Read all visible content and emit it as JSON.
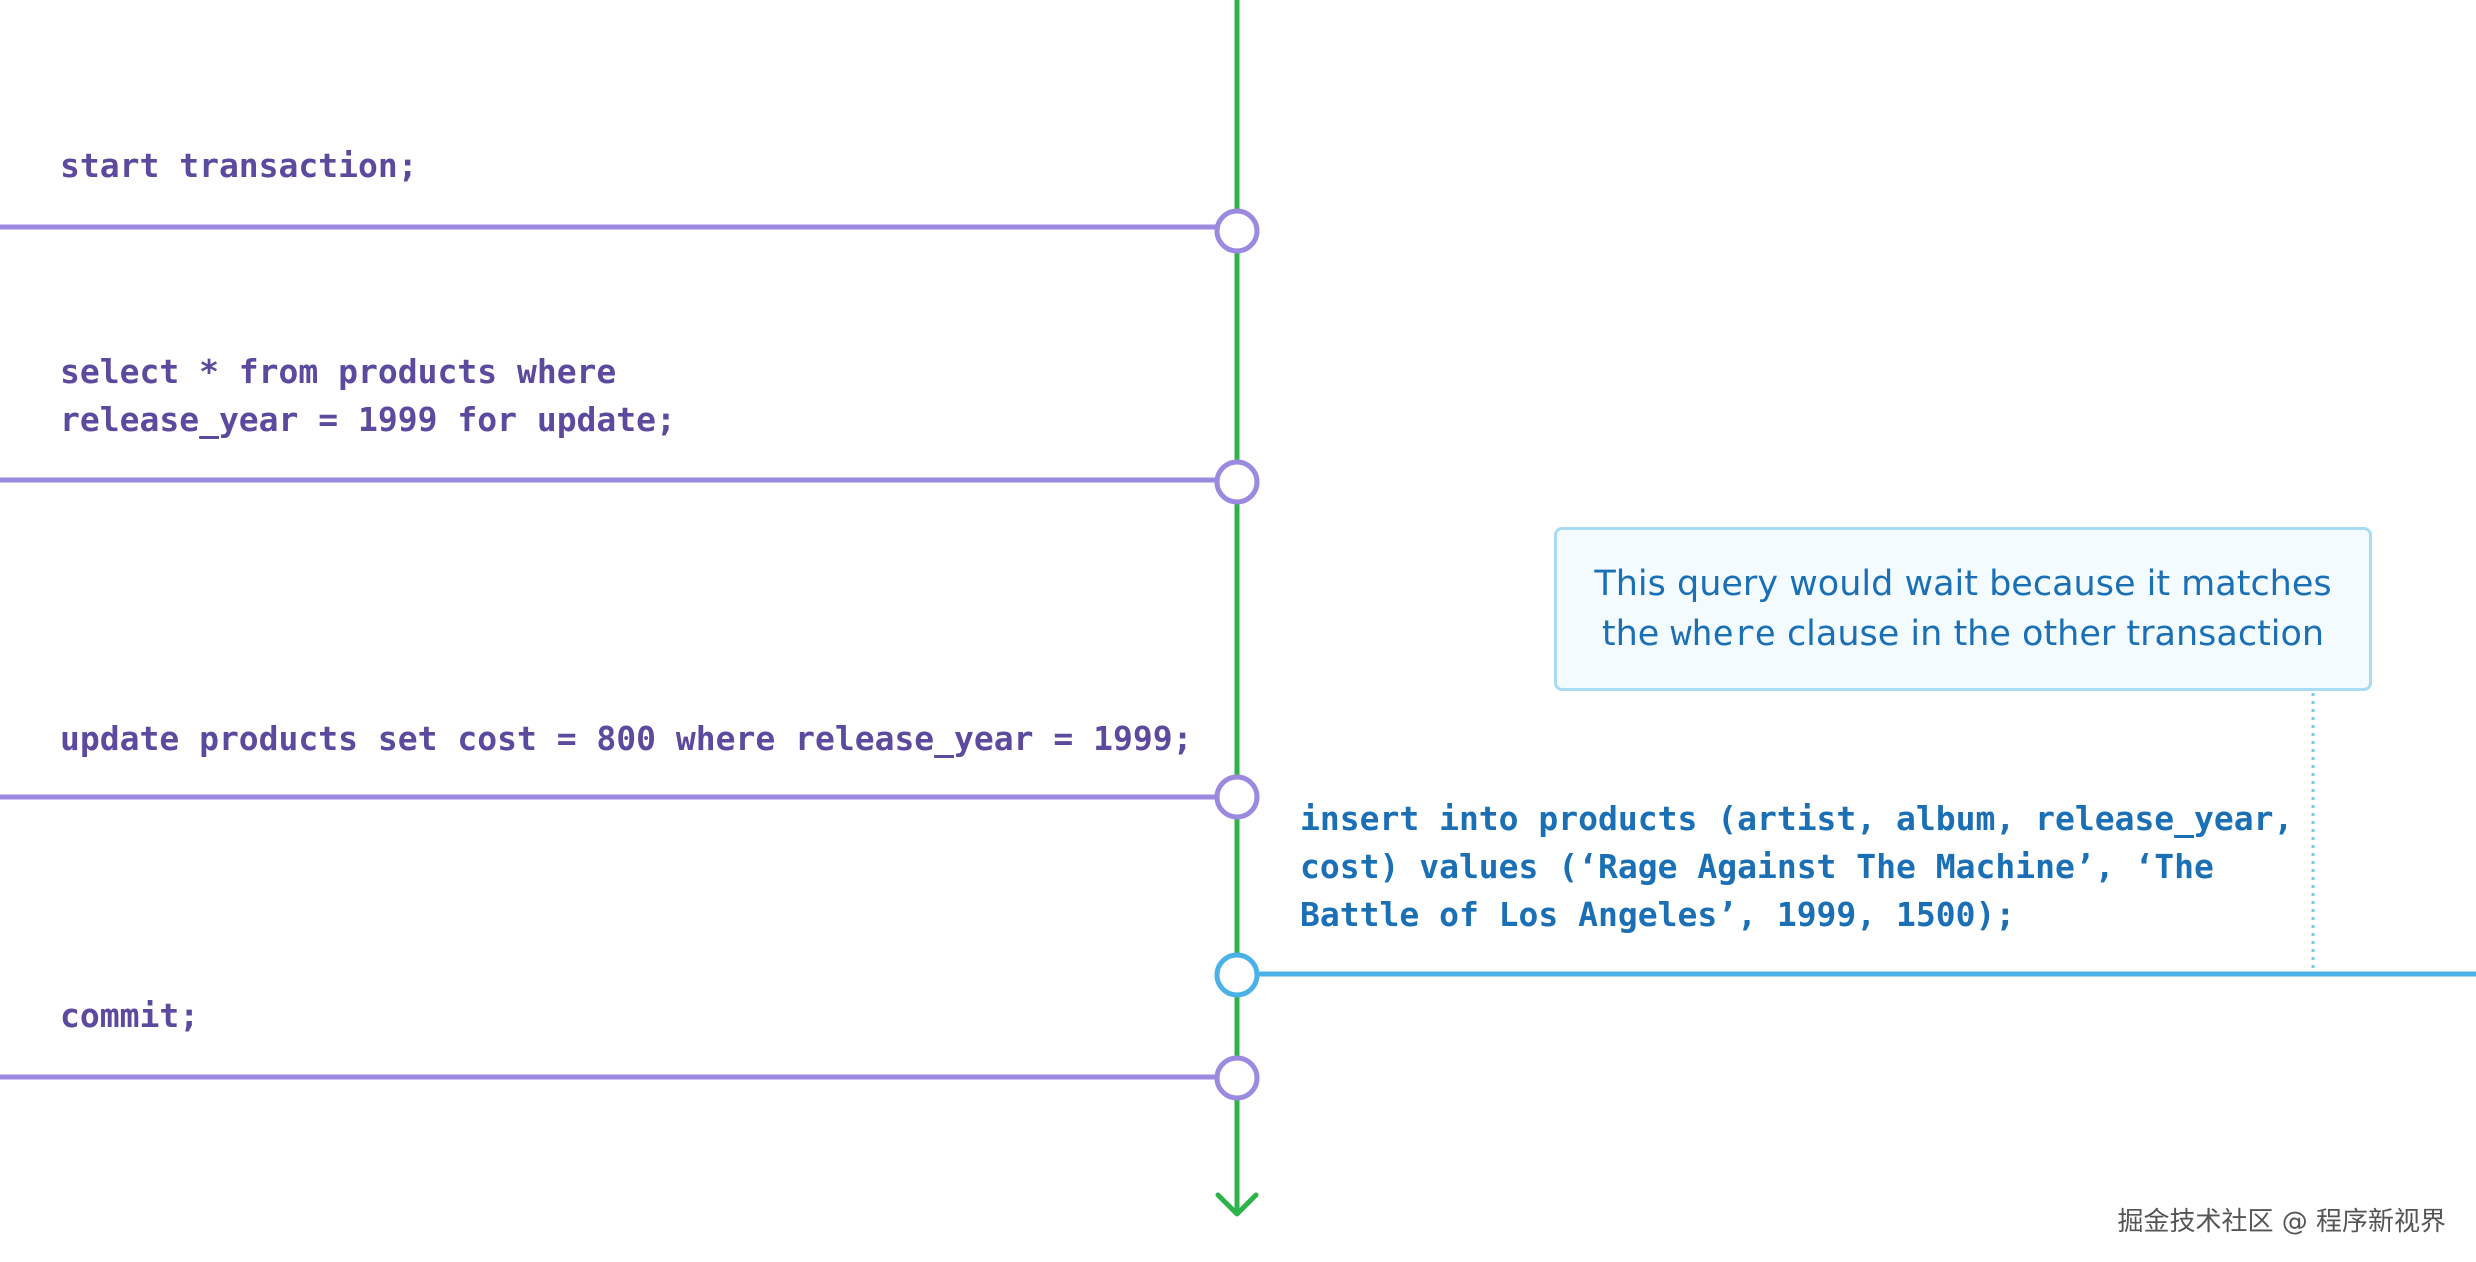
{
  "left_transaction": {
    "statements": [
      {
        "text": "start transaction;"
      },
      {
        "text": "select * from products where\nrelease_year = 1999 for update;"
      },
      {
        "text": "update products set cost = 800 where release_year = 1999;"
      },
      {
        "text": "commit;"
      }
    ]
  },
  "right_transaction": {
    "statements": [
      {
        "text": "insert into products (artist, album, release_year,\ncost) values (‘Rage Against The Machine’, ‘The\nBattle of Los Angeles’, 1999, 1500);"
      }
    ]
  },
  "callout": {
    "line1": "This query would wait because it matches",
    "line2_prefix": "the ",
    "line2_keyword": "where",
    "line2_suffix": " clause in the other transaction"
  },
  "watermark": "掘金技术社区 @ 程序新视界",
  "colors": {
    "timeline": "#2db34a",
    "left_transaction": "#9b8ae0",
    "right_transaction": "#4ab2e6",
    "left_text": "#5b4a9e",
    "right_text": "#1a6fb5",
    "callout_border": "#a9dcf2",
    "callout_background": "#f3fbfe"
  }
}
